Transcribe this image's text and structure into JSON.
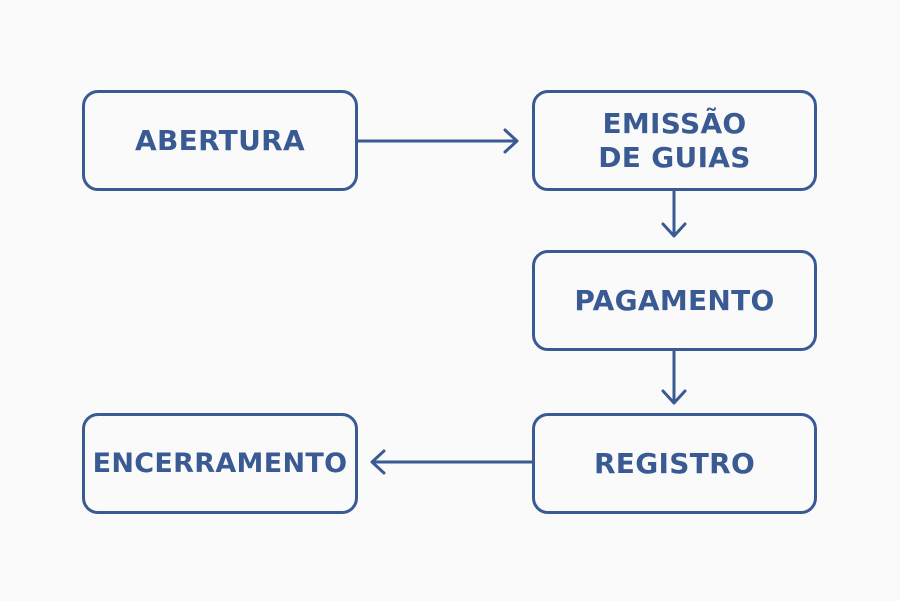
{
  "nodes": {
    "abertura": "ABERTURA",
    "emissao": "EMISSÃO\nDE GUIAS",
    "pagamento": "PAGAMENTO",
    "registro": "REGISTRO",
    "encerramento": "ENCERRAMENTO"
  },
  "edges": [
    {
      "from": "abertura",
      "to": "emissao"
    },
    {
      "from": "emissao",
      "to": "pagamento"
    },
    {
      "from": "pagamento",
      "to": "registro"
    },
    {
      "from": "registro",
      "to": "encerramento"
    }
  ],
  "colors": {
    "stroke": "#3a5a93",
    "text": "#3a5a93",
    "background": "#fafafa"
  }
}
